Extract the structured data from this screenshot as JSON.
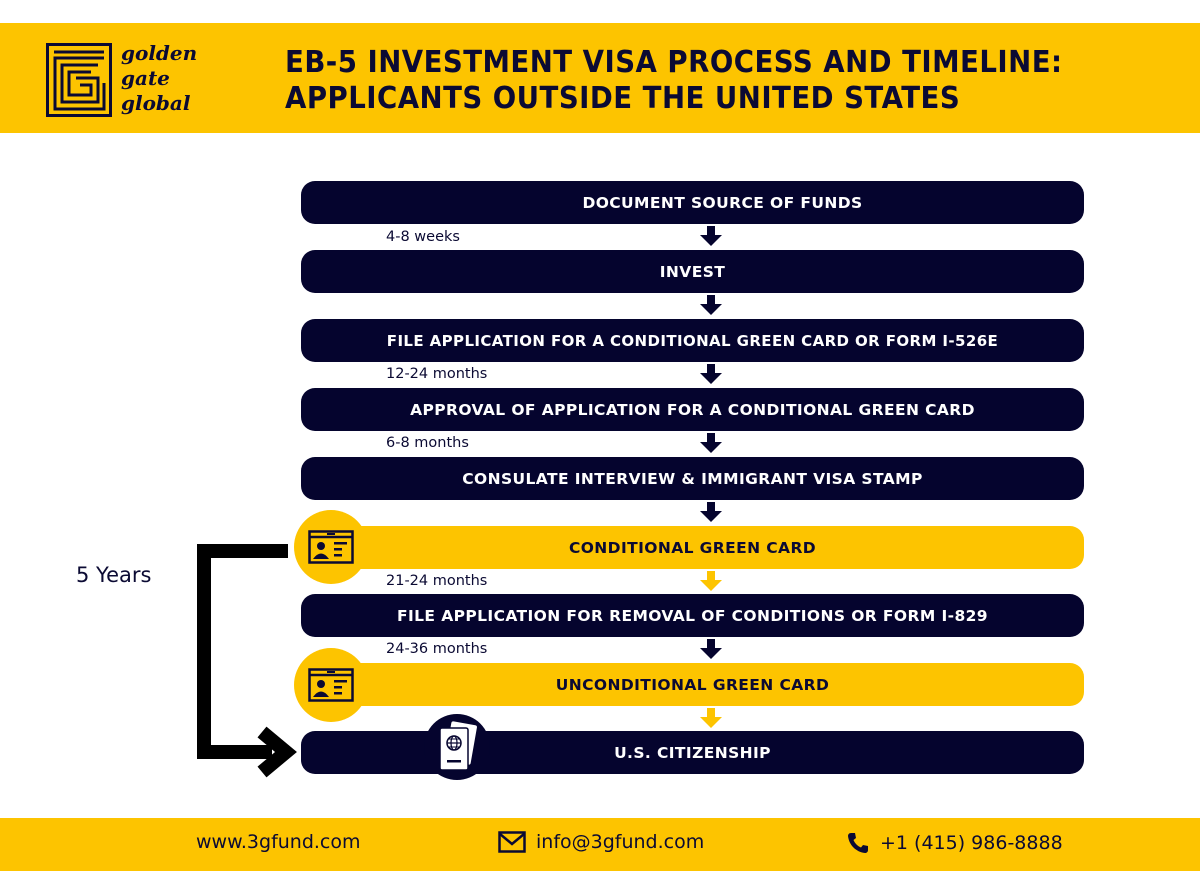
{
  "header": {
    "logo_lines": [
      "golden",
      "gate",
      "global"
    ],
    "title_lines": [
      "EB-5 Investment Visa Process and Timeline:",
      "Applicants Outside the United States"
    ]
  },
  "steps": [
    {
      "label": "Document Source of Funds",
      "style": "dark"
    },
    {
      "label": "Invest",
      "style": "dark"
    },
    {
      "label": "File Application for a Conditional Green Card or Form I-526E",
      "style": "dark"
    },
    {
      "label": "Approval of Application for a Conditional Green Card",
      "style": "dark"
    },
    {
      "label": "Consulate Interview & Immigrant Visa Stamp",
      "style": "dark"
    },
    {
      "label": "Conditional Green Card",
      "style": "gold",
      "icon": "id-card-icon"
    },
    {
      "label": "File Application for Removal of Conditions or Form I-829",
      "style": "dark"
    },
    {
      "label": "Unconditional Green Card",
      "style": "gold",
      "icon": "id-card-icon"
    },
    {
      "label": "U.S. Citizenship",
      "style": "dark",
      "icon": "passport-icon"
    }
  ],
  "durations": [
    {
      "after_step": 0,
      "text": "4-8 weeks"
    },
    {
      "after_step": 2,
      "text": "12-24 months"
    },
    {
      "after_step": 3,
      "text": "6-8 months"
    },
    {
      "after_step": 5,
      "text": "21-24 months"
    },
    {
      "after_step": 6,
      "text": "24-36 months"
    }
  ],
  "bracket": {
    "label": "5 Years",
    "from_step": 5,
    "to_step": 8
  },
  "footer": {
    "website": "www.3gfund.com",
    "email": "info@3gfund.com",
    "phone": "+1 (415) 986-8888",
    "email_icon": "envelope-icon",
    "phone_icon": "phone-icon"
  },
  "colors": {
    "brand_yellow": "#fdc400",
    "navy": "#05042e",
    "text_dark": "#0b0a33"
  }
}
